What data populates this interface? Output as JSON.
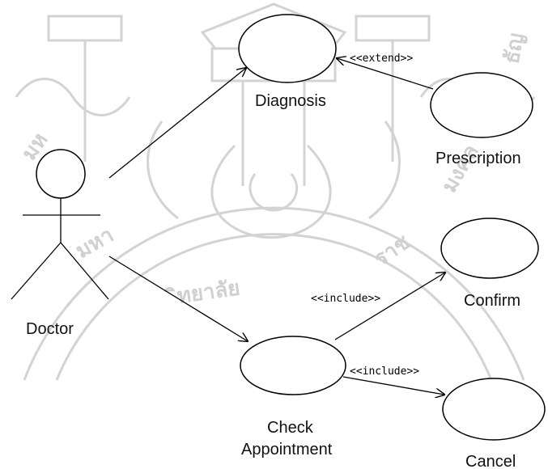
{
  "actors": [
    {
      "id": "doctor",
      "label": "Doctor"
    }
  ],
  "use_cases": [
    {
      "id": "diagnosis",
      "label": "Diagnosis"
    },
    {
      "id": "prescription",
      "label": "Prescription"
    },
    {
      "id": "confirm",
      "label": "Confirm"
    },
    {
      "id": "check_appointment",
      "label_line1": "Check",
      "label_line2": "Appointment"
    },
    {
      "id": "cancel",
      "label": "Cancel"
    }
  ],
  "relationships": [
    {
      "from": "doctor",
      "to": "diagnosis",
      "type": "association"
    },
    {
      "from": "doctor",
      "to": "check_appointment",
      "type": "association"
    },
    {
      "from": "prescription",
      "to": "diagnosis",
      "type": "extend",
      "label": "<<extend>>"
    },
    {
      "from": "check_appointment",
      "to": "confirm",
      "type": "include",
      "label": "<<include>>"
    },
    {
      "from": "check_appointment",
      "to": "cancel",
      "type": "include",
      "label": "<<include>>"
    }
  ]
}
